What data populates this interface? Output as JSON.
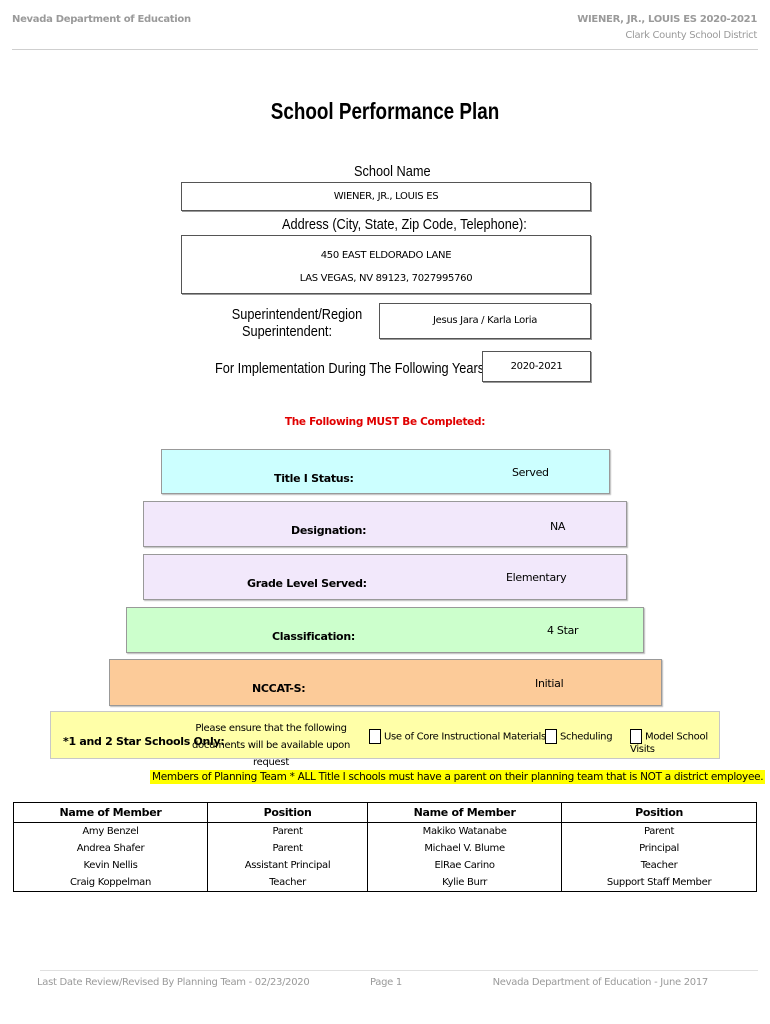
{
  "header": {
    "left": "Nevada Department of Education",
    "right_line1": "WIENER, JR., LOUIS ES  2020-2021",
    "right_line2": "Clark County School District"
  },
  "title": "School Performance Plan",
  "school_name": {
    "label": "School Name",
    "value": "WIENER, JR., LOUIS ES"
  },
  "address": {
    "label": "Address (City, State, Zip Code, Telephone):",
    "line1": "450 EAST ELDORADO LANE",
    "line2": "LAS VEGAS, NV  89123, 7027995760"
  },
  "superintendent": {
    "label_line1": "Superintendent/Region",
    "label_line2": "Superintendent:",
    "value": "Jesus Jara / Karla Loria"
  },
  "implementation": {
    "label": "For Implementation During The Following Years:",
    "value": "2020-2021"
  },
  "must_complete": "The Following MUST Be Completed:",
  "tiers": [
    {
      "label": "Title I Status:",
      "value": "Served",
      "color": "#ccffff"
    },
    {
      "label": "Designation:",
      "value": "NA",
      "color": "#f2e8fb"
    },
    {
      "label": "Grade Level Served:",
      "value": "Elementary",
      "color": "#f2e8fb"
    },
    {
      "label": "Classification:",
      "value": "4 Star",
      "color": "#ccffcc"
    },
    {
      "label": "NCCAT-S:",
      "value": "Initial",
      "color": "#fccb99"
    }
  ],
  "star_schools": {
    "label": "*1 and 2 Star Schools Only:",
    "note_line1": "Please ensure that the following",
    "note_line2": "documents will be available upon request",
    "options": [
      "Use of Core Instructional Materials",
      "Scheduling",
      "Model School Visits"
    ]
  },
  "members_note": "Members of Planning Team * ALL Title I schools must have a parent on their planning team that is NOT a district employee.",
  "team_table": {
    "headers": [
      "Name of Member",
      "Position",
      "Name of Member",
      "Position"
    ],
    "rows": [
      [
        "Amy Benzel",
        "Parent",
        "Makiko Watanabe",
        "Parent"
      ],
      [
        "Andrea Shafer",
        "Parent",
        "Michael V. Blume",
        "Principal"
      ],
      [
        "Kevin Nellis",
        "Assistant Principal",
        "ElRae Carino",
        "Teacher"
      ],
      [
        "Craig Koppelman",
        "Teacher",
        "Kylie Burr",
        "Support Staff Member"
      ]
    ]
  },
  "footer": {
    "left": "Last Date Review/Revised By Planning Team - 02/23/2020",
    "center": "Page 1",
    "right": "Nevada Department of Education - June 2017"
  }
}
